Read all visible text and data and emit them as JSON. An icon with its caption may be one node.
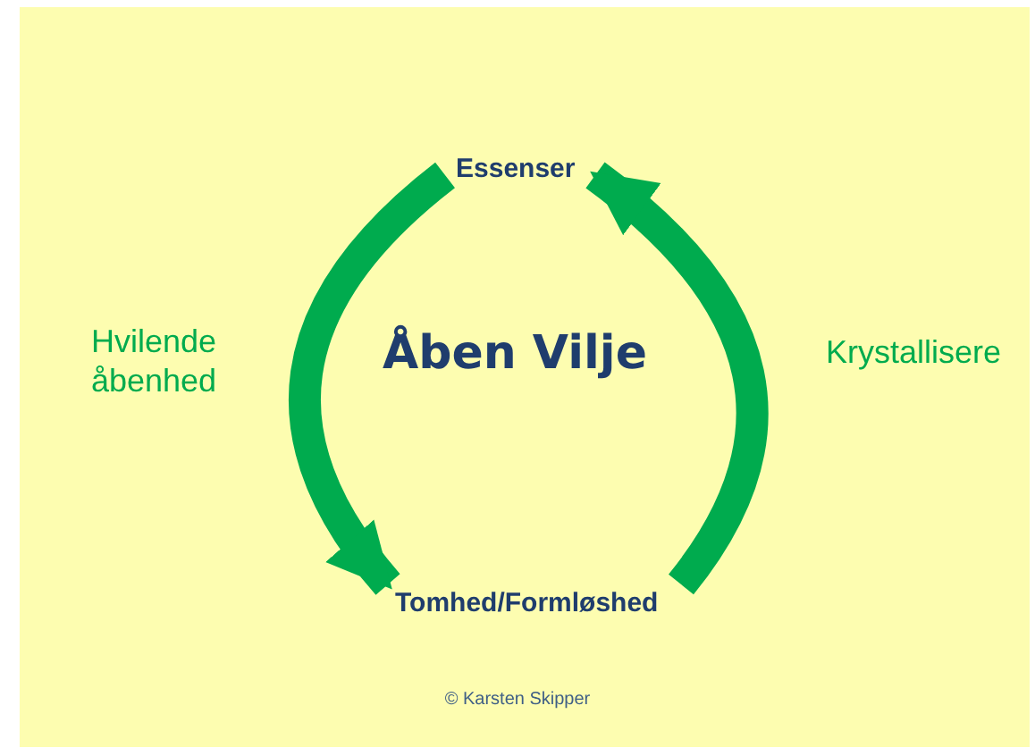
{
  "diagram": {
    "caption": "© Karsten Skipper",
    "nodes": [
      {
        "text": [
          "Essenser"
        ]
      },
      {
        "text": [
          "Tomhed/Formløshed"
        ]
      }
    ],
    "edges": [
      {
        "from": 0,
        "to": 1,
        "arrow": "to",
        "label": "Hvilende åbenhed"
      },
      {
        "from": 1,
        "to": 0,
        "arrow": "to",
        "label": "Krystallisere"
      }
    ],
    "labels": [
      "Åben Vilje"
    ]
  }
}
